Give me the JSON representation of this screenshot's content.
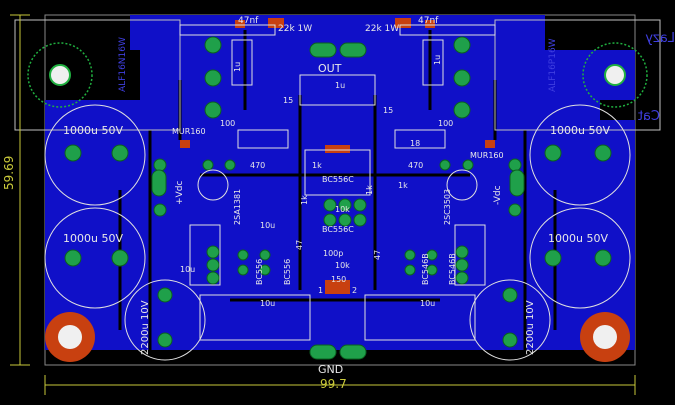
{
  "board": {
    "colors": {
      "background": "#000000",
      "copper": "#1010c8",
      "pad": "#1fa04a",
      "silkscreen": "#e8e8e8",
      "dimension": "#c9c93a",
      "smd": "#c84010",
      "hole": "#f0f0f0"
    },
    "dimensions": {
      "width_label": "99.7",
      "height_label": "59.69"
    },
    "top_labels": {
      "c_left": "47nf",
      "r_left": "22k 1W",
      "r_right": "22k 1W",
      "c_right": "47nf"
    },
    "heatsinks": {
      "left": "ALF16N16W",
      "right": "ALF16P16W"
    },
    "mirrored_text": {
      "line1": "Lazy",
      "line2": "Cat"
    },
    "capacitors_big": {
      "top_left": "1000u 50V",
      "top_right": "1000u 50V",
      "mid_left": "1000u 50V",
      "mid_right": "1000u 50V",
      "bottom_left": "2200u 10V",
      "bottom_right": "2200u 10V"
    },
    "labels": {
      "out": "OUT",
      "gnd": "GND",
      "plus_vdc": "+Vdc",
      "minus_vdc": "-Vdc",
      "mur_left": "MUR160",
      "mur_right": "MUR160",
      "r100_left": "100",
      "r100_right": "100",
      "r470_left": "470",
      "r470_right": "470",
      "r18": "18",
      "r15_left": "15",
      "r15_right": "15",
      "r1k_a": "1k",
      "r1k_b": "1k",
      "r1k_c": "1k",
      "r1k_d": "1k",
      "c1u_left": "1u",
      "c1u_right": "1u",
      "c1u_mid": "1u",
      "t_2sa1381": "2SA1381",
      "t_2sc3503": "2SC3503",
      "bc556c_top": "BC556C",
      "bc556c_mid": "BC556C",
      "bc556_a": "BC556",
      "bc556_b": "BC556",
      "bc546b_a": "BC546B",
      "bc546b_b": "BC546B",
      "r10k_a": "10k",
      "r10k_b": "10k",
      "r47_left": "47",
      "r47_right": "47",
      "r100p": "100p",
      "r150": "150",
      "c10u_left": "10u",
      "c10u_right": "10u",
      "c10u_mid_left": "10u",
      "c10u_mid_right": "10u",
      "d1": "1",
      "d2": "2"
    }
  }
}
